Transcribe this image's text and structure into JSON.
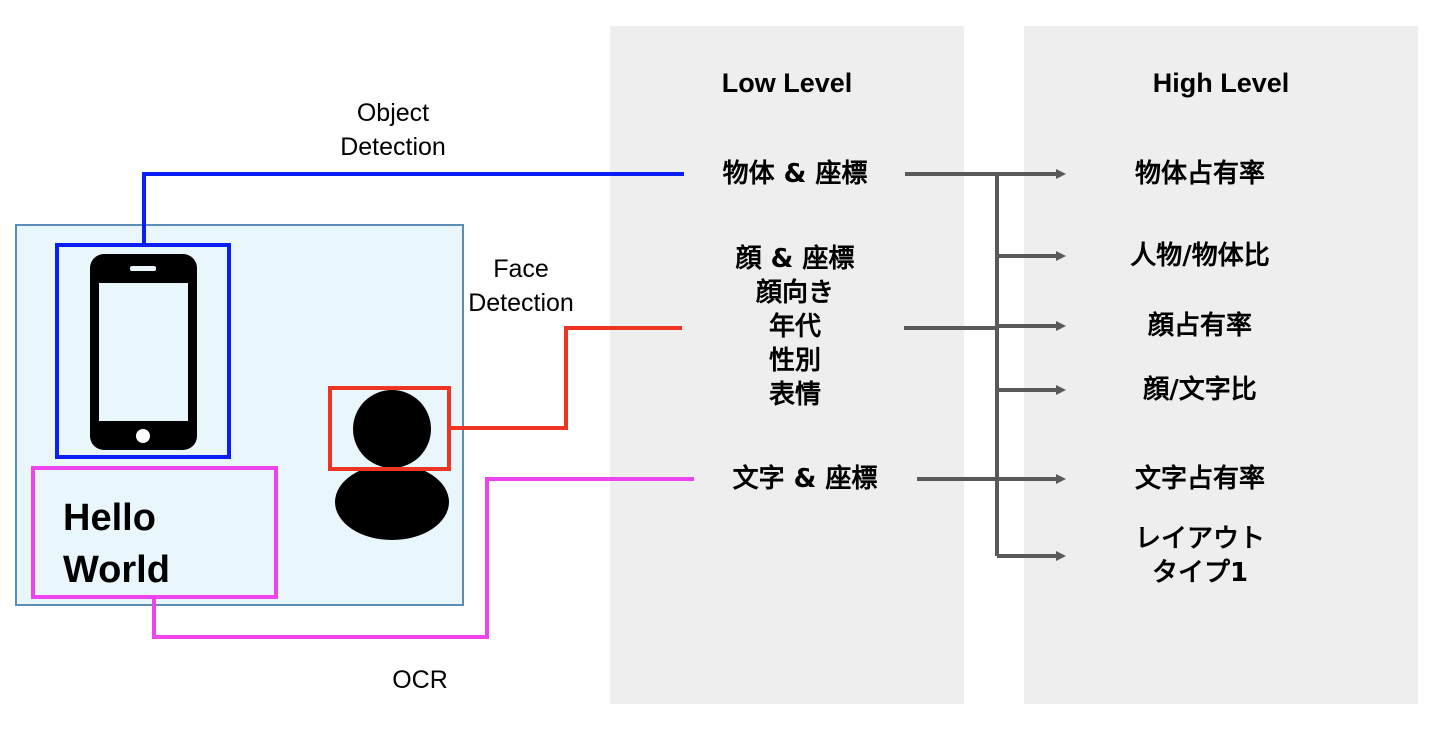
{
  "panels": {
    "low_level": {
      "title": "Low Level",
      "items": [
        {
          "lines": [
            "物体 & 座標"
          ]
        },
        {
          "lines": [
            "顔 & 座標",
            "顔向き",
            "年代",
            "性別",
            "表情"
          ]
        },
        {
          "lines": [
            "文字 & 座標"
          ]
        }
      ]
    },
    "high_level": {
      "title": "High Level",
      "items": [
        {
          "lines": [
            "物体占有率"
          ]
        },
        {
          "lines": [
            "人物/物体比"
          ]
        },
        {
          "lines": [
            "顔占有率"
          ]
        },
        {
          "lines": [
            "顔/文字比"
          ]
        },
        {
          "lines": [
            "文字占有率"
          ]
        },
        {
          "lines": [
            "レイアウト",
            "タイプ1"
          ]
        }
      ]
    }
  },
  "detectors": {
    "object": {
      "label_lines": [
        "Object",
        "Detection"
      ],
      "color": "#0a1ff5"
    },
    "face": {
      "label_lines": [
        "Face",
        "Detection"
      ],
      "color": "#ee3524"
    },
    "ocr": {
      "label_lines": [
        "OCR"
      ],
      "color": "#ee44ee"
    }
  },
  "sample_image": {
    "text_lines": [
      "Hello",
      "World"
    ],
    "icons": [
      "smartphone-icon",
      "person-icon"
    ]
  },
  "colors": {
    "panel_bg": "#eeeeee",
    "arrow": "#595959",
    "image_bg": "#e9f6fc",
    "image_border": "#5b8db5"
  }
}
